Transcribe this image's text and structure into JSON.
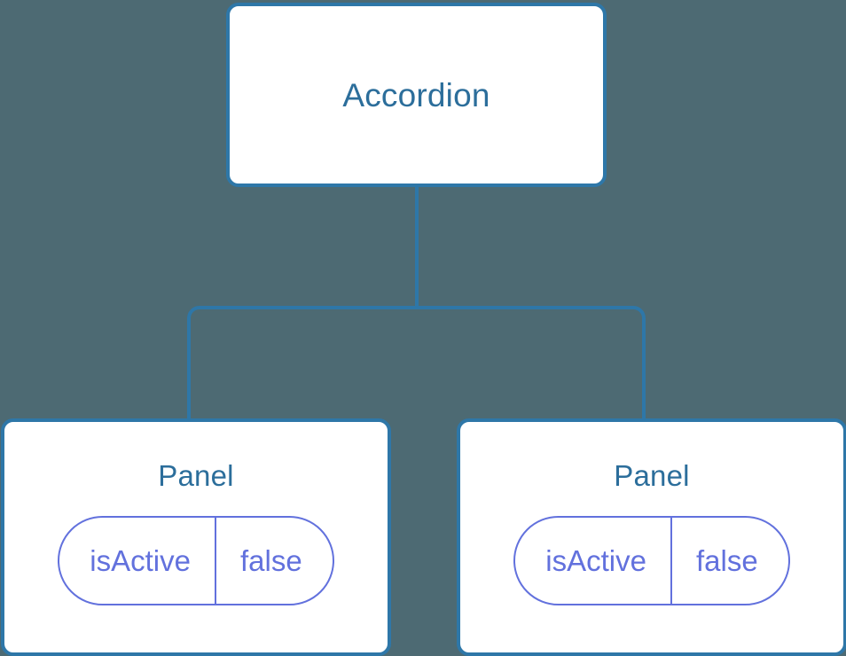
{
  "canvas": {
    "background_color": "#4d6a73",
    "node_border_color": "#2e77a8",
    "node_fill_color": "#ffffff",
    "node_text_color": "#2c6e9b",
    "pill_color": "#6271dd",
    "connector_color": "#2e77a8"
  },
  "tree": {
    "root": {
      "label": "Accordion"
    },
    "children": [
      {
        "label": "Panel",
        "state": {
          "key": "isActive",
          "value": "false"
        }
      },
      {
        "label": "Panel",
        "state": {
          "key": "isActive",
          "value": "false"
        }
      }
    ]
  }
}
